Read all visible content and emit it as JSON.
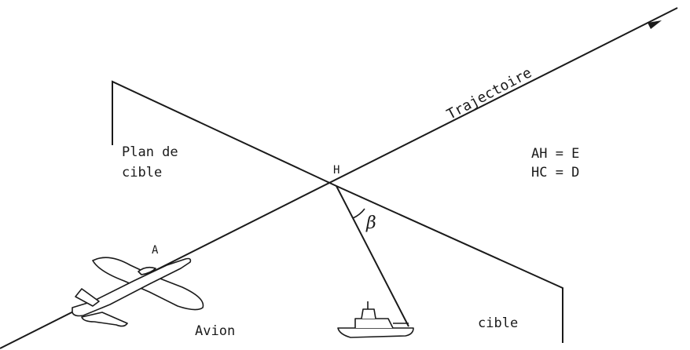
{
  "labels": {
    "trajectory": "Trajectoire",
    "target_plane_line1": "Plan de",
    "target_plane_line2": "cible",
    "point_h": "H",
    "point_a": "A",
    "angle": "β",
    "aircraft": "Avion",
    "target": "cible",
    "eq1": "AH = E",
    "eq2": "HC = D"
  },
  "colors": {
    "ink": "#1a1a1a",
    "background": "#ffffff"
  },
  "icons": [
    "airplane-icon",
    "ship-icon",
    "arrowhead-icon"
  ]
}
